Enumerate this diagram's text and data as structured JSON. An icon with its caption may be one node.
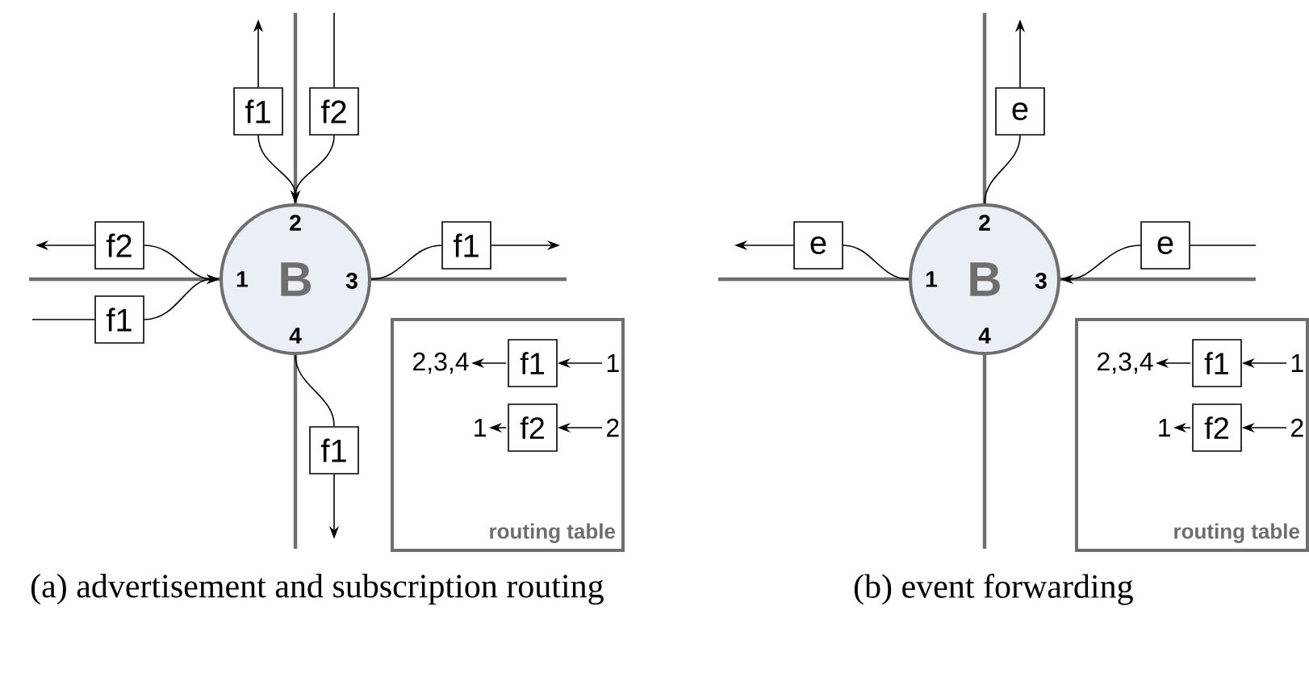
{
  "diagram": {
    "nodes": [
      {
        "text": [
          "2",
          "1",
          "B",
          "3",
          "4"
        ]
      },
      {
        "text": [
          "f1"
        ]
      },
      {
        "text": [
          "f2"
        ]
      },
      {
        "text": [
          "f2"
        ]
      },
      {
        "text": [
          "f1"
        ]
      },
      {
        "text": [
          "f1"
        ]
      },
      {
        "text": [
          "f1"
        ]
      },
      {
        "text": [
          "routing table"
        ]
      },
      {
        "text": [
          "2,3,4"
        ],
        "in": 7
      },
      {
        "text": [
          "f1"
        ],
        "in": 7
      },
      {
        "text": [
          "1"
        ],
        "in": 7
      },
      {
        "text": [
          "1"
        ],
        "in": 7
      },
      {
        "text": [
          "f2"
        ],
        "in": 7
      },
      {
        "text": [
          "2"
        ],
        "in": 7
      },
      {
        "text": [
          "2",
          "1",
          "B",
          "3",
          "4"
        ]
      },
      {
        "text": [
          "e"
        ]
      },
      {
        "text": [
          "e"
        ]
      },
      {
        "text": [
          "e"
        ]
      },
      {
        "text": [
          "routing table"
        ]
      },
      {
        "text": [
          "2,3,4"
        ],
        "in": 18
      },
      {
        "text": [
          "f1"
        ],
        "in": 18
      },
      {
        "text": [
          "1"
        ],
        "in": 18
      },
      {
        "text": [
          "1"
        ],
        "in": 18
      },
      {
        "text": [
          "f2"
        ],
        "in": 18
      },
      {
        "text": [
          "2"
        ],
        "in": 18
      }
    ],
    "edges": [
      {
        "from": 1,
        "to": null,
        "arrow": "to"
      },
      {
        "from": null,
        "to": 2,
        "arrow": "none"
      },
      {
        "from": 1,
        "to": 0,
        "arrow": "to"
      },
      {
        "from": 2,
        "to": 0,
        "arrow": "to"
      },
      {
        "from": 3,
        "to": null,
        "arrow": "to"
      },
      {
        "from": null,
        "to": 4,
        "arrow": "none"
      },
      {
        "from": 3,
        "to": 0,
        "arrow": "to"
      },
      {
        "from": 4,
        "to": 0,
        "arrow": "to"
      },
      {
        "from": 0,
        "to": 5,
        "arrow": "none"
      },
      {
        "from": 5,
        "to": null,
        "arrow": "to"
      },
      {
        "from": 0,
        "to": 6,
        "arrow": "none"
      },
      {
        "from": 6,
        "to": null,
        "arrow": "to"
      },
      {
        "from": 10,
        "to": 9,
        "arrow": "to"
      },
      {
        "from": 9,
        "to": 8,
        "arrow": "to"
      },
      {
        "from": 13,
        "to": 12,
        "arrow": "to"
      },
      {
        "from": 12,
        "to": 11,
        "arrow": "to"
      },
      {
        "from": 14,
        "to": 15,
        "arrow": "none"
      },
      {
        "from": 15,
        "to": null,
        "arrow": "to"
      },
      {
        "from": 14,
        "to": 16,
        "arrow": "none"
      },
      {
        "from": 16,
        "to": null,
        "arrow": "to"
      },
      {
        "from": null,
        "to": 17,
        "arrow": "none"
      },
      {
        "from": 17,
        "to": 14,
        "arrow": "to"
      },
      {
        "from": 21,
        "to": 20,
        "arrow": "to"
      },
      {
        "from": 20,
        "to": 19,
        "arrow": "to"
      },
      {
        "from": 24,
        "to": 23,
        "arrow": "to"
      },
      {
        "from": 23,
        "to": 22,
        "arrow": "to"
      }
    ],
    "labels": [
      "(a) advertisement and subscription routing",
      "(b) event forwarding"
    ]
  }
}
